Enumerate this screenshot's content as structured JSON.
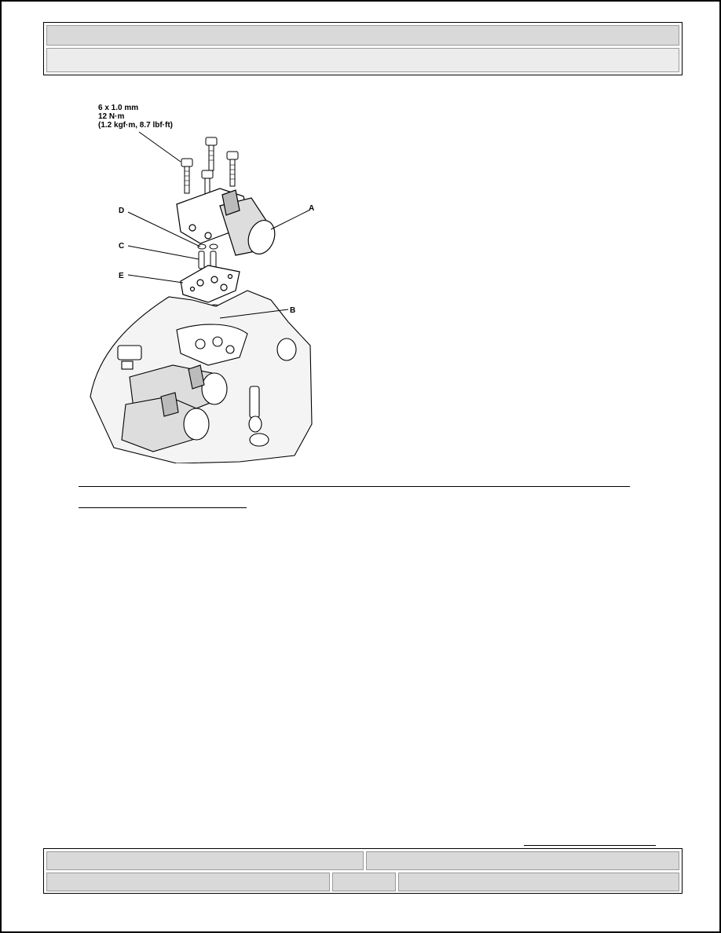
{
  "header": {
    "row1_text": "",
    "row2_text": ""
  },
  "figure": {
    "spec_line1": "6 x 1.0 mm",
    "spec_line2": "12 N·m",
    "spec_line3": "(1.2 kgf·m, 8.7 lbf·ft)",
    "callouts": [
      "A",
      "B",
      "C",
      "D",
      "E"
    ]
  },
  "footer": {
    "cell1": "",
    "cell2": "",
    "cell3": "",
    "cell4": "",
    "cell5": ""
  }
}
